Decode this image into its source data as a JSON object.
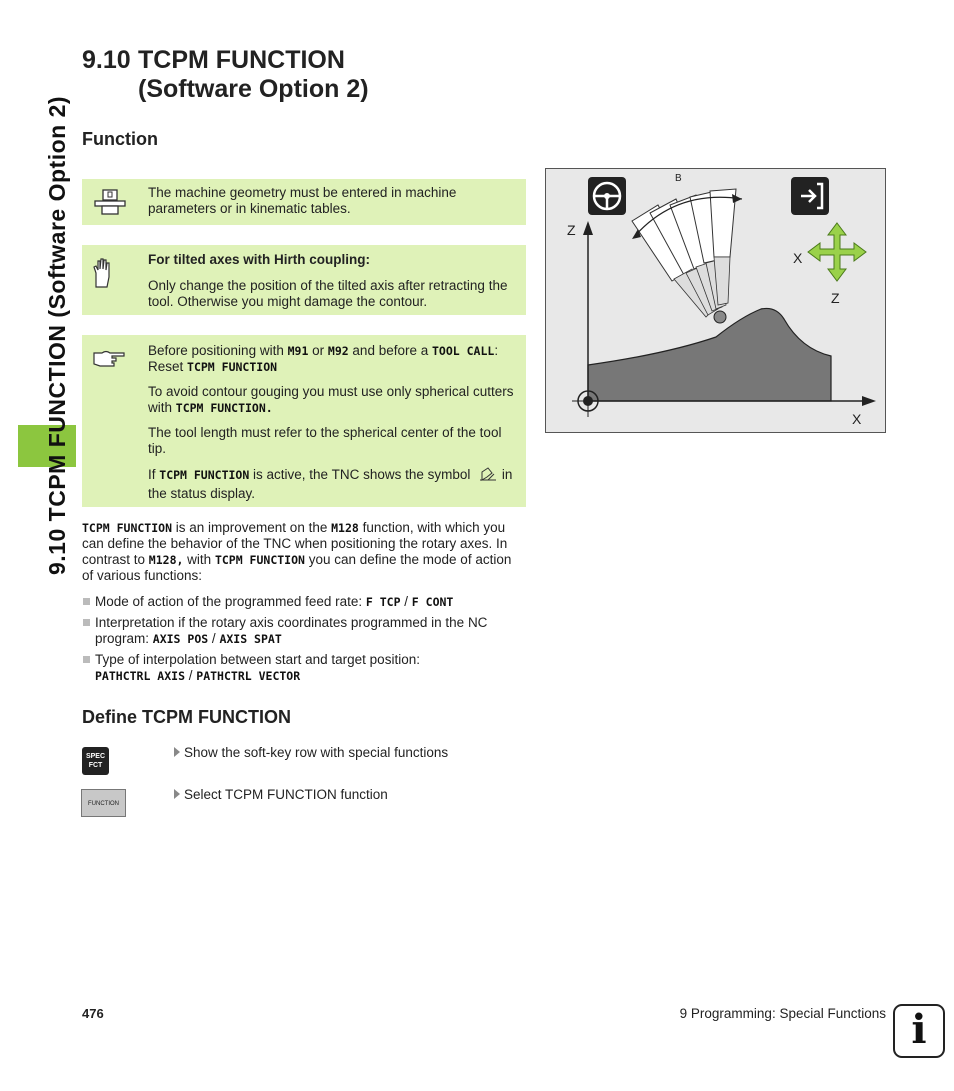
{
  "side_title": "9.10 TCPM FUNCTION (Software Option 2)",
  "heading": {
    "number": "9.10",
    "line1": "TCPM FUNCTION",
    "line2": "(Software Option 2)"
  },
  "section_function": "Function",
  "notes": [
    {
      "icon": "machine-icon",
      "text": "The machine geometry must be entered in machine parameters or in kinematic tables."
    },
    {
      "icon": "hand-stop-icon",
      "title": "For tilted axes with Hirth coupling:",
      "text": "Only change the position of the tilted axis after retracting the tool. Otherwise you might damage the contour."
    },
    {
      "icon": "pointing-hand-icon",
      "p1": {
        "a": "Before positioning with ",
        "c1": "M91",
        "b": " or ",
        "c2": "M92",
        "c": " and before a ",
        "c3": "TOOL CALL",
        "d": ": Reset ",
        "c4": "TCPM FUNCTION"
      },
      "p2": {
        "a": "To avoid contour gouging you must use only spherical cutters with ",
        "c1": "TCPM FUNCTION."
      },
      "p3": "The tool length must refer to the spherical center of the tool tip.",
      "p4": {
        "a": "If ",
        "c1": "TCPM FUNCTION",
        "b": " is active, the TNC shows the symbol",
        "c": " in the status display."
      }
    }
  ],
  "figure": {
    "label_b": "B",
    "label_z_axis": "Z",
    "label_x_axis": "X",
    "label_x_arrow": "X",
    "label_z_arrow": "Z"
  },
  "intro": {
    "c1": "TCPM FUNCTION",
    "a": " is an improvement on the ",
    "c2": "M128",
    "b": " function, with which you can define the behavior of the TNC when positioning the rotary axes. In contrast to ",
    "c3": "M128,",
    "c": " with ",
    "c4": "TCPM FUNCTION",
    "d": " you can define the mode of action of various functions:"
  },
  "bullets": [
    {
      "text": "Mode of action of the programmed feed rate: ",
      "code1": "F TCP",
      "sep": " / ",
      "code2": "F CONT"
    },
    {
      "text": "Interpretation if the rotary axis coordinates programmed in the NC program: ",
      "code1": "AXIS POS",
      "sep": " / ",
      "code2": "AXIS SPAT"
    },
    {
      "text": "Type of interpolation between start and target position: ",
      "code1": "PATHCTRL AXIS",
      "sep": " / ",
      "code2": "PATHCTRL VECTOR"
    }
  ],
  "section_define": "Define TCPM FUNCTION",
  "softkeys": {
    "spec_line1": "SPEC",
    "spec_line2": "FCT",
    "function_label": "FUNCTION"
  },
  "steps": [
    "Show the soft-key row with special functions",
    "Select TCPM FUNCTION function"
  ],
  "footer": {
    "page": "476",
    "chapter": "9 Programming: Special Functions",
    "info_glyph": "i"
  },
  "colors": {
    "accent_green": "#8cc63f",
    "note_bg": "#dff2b8"
  }
}
